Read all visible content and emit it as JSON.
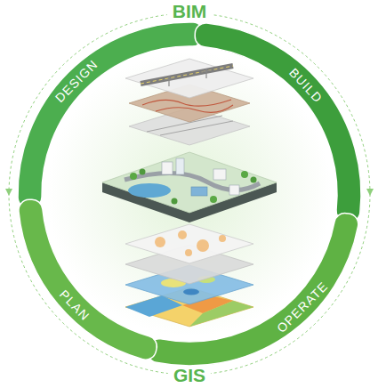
{
  "diagram": {
    "nodes": [
      {
        "text": [
          "DESIGN"
        ]
      },
      {
        "text": [
          "BUILD"
        ]
      },
      {
        "text": [
          "OPERATE"
        ]
      },
      {
        "text": [
          "PLAN"
        ]
      }
    ],
    "labels": [
      "BIM",
      "GIS"
    ]
  }
}
